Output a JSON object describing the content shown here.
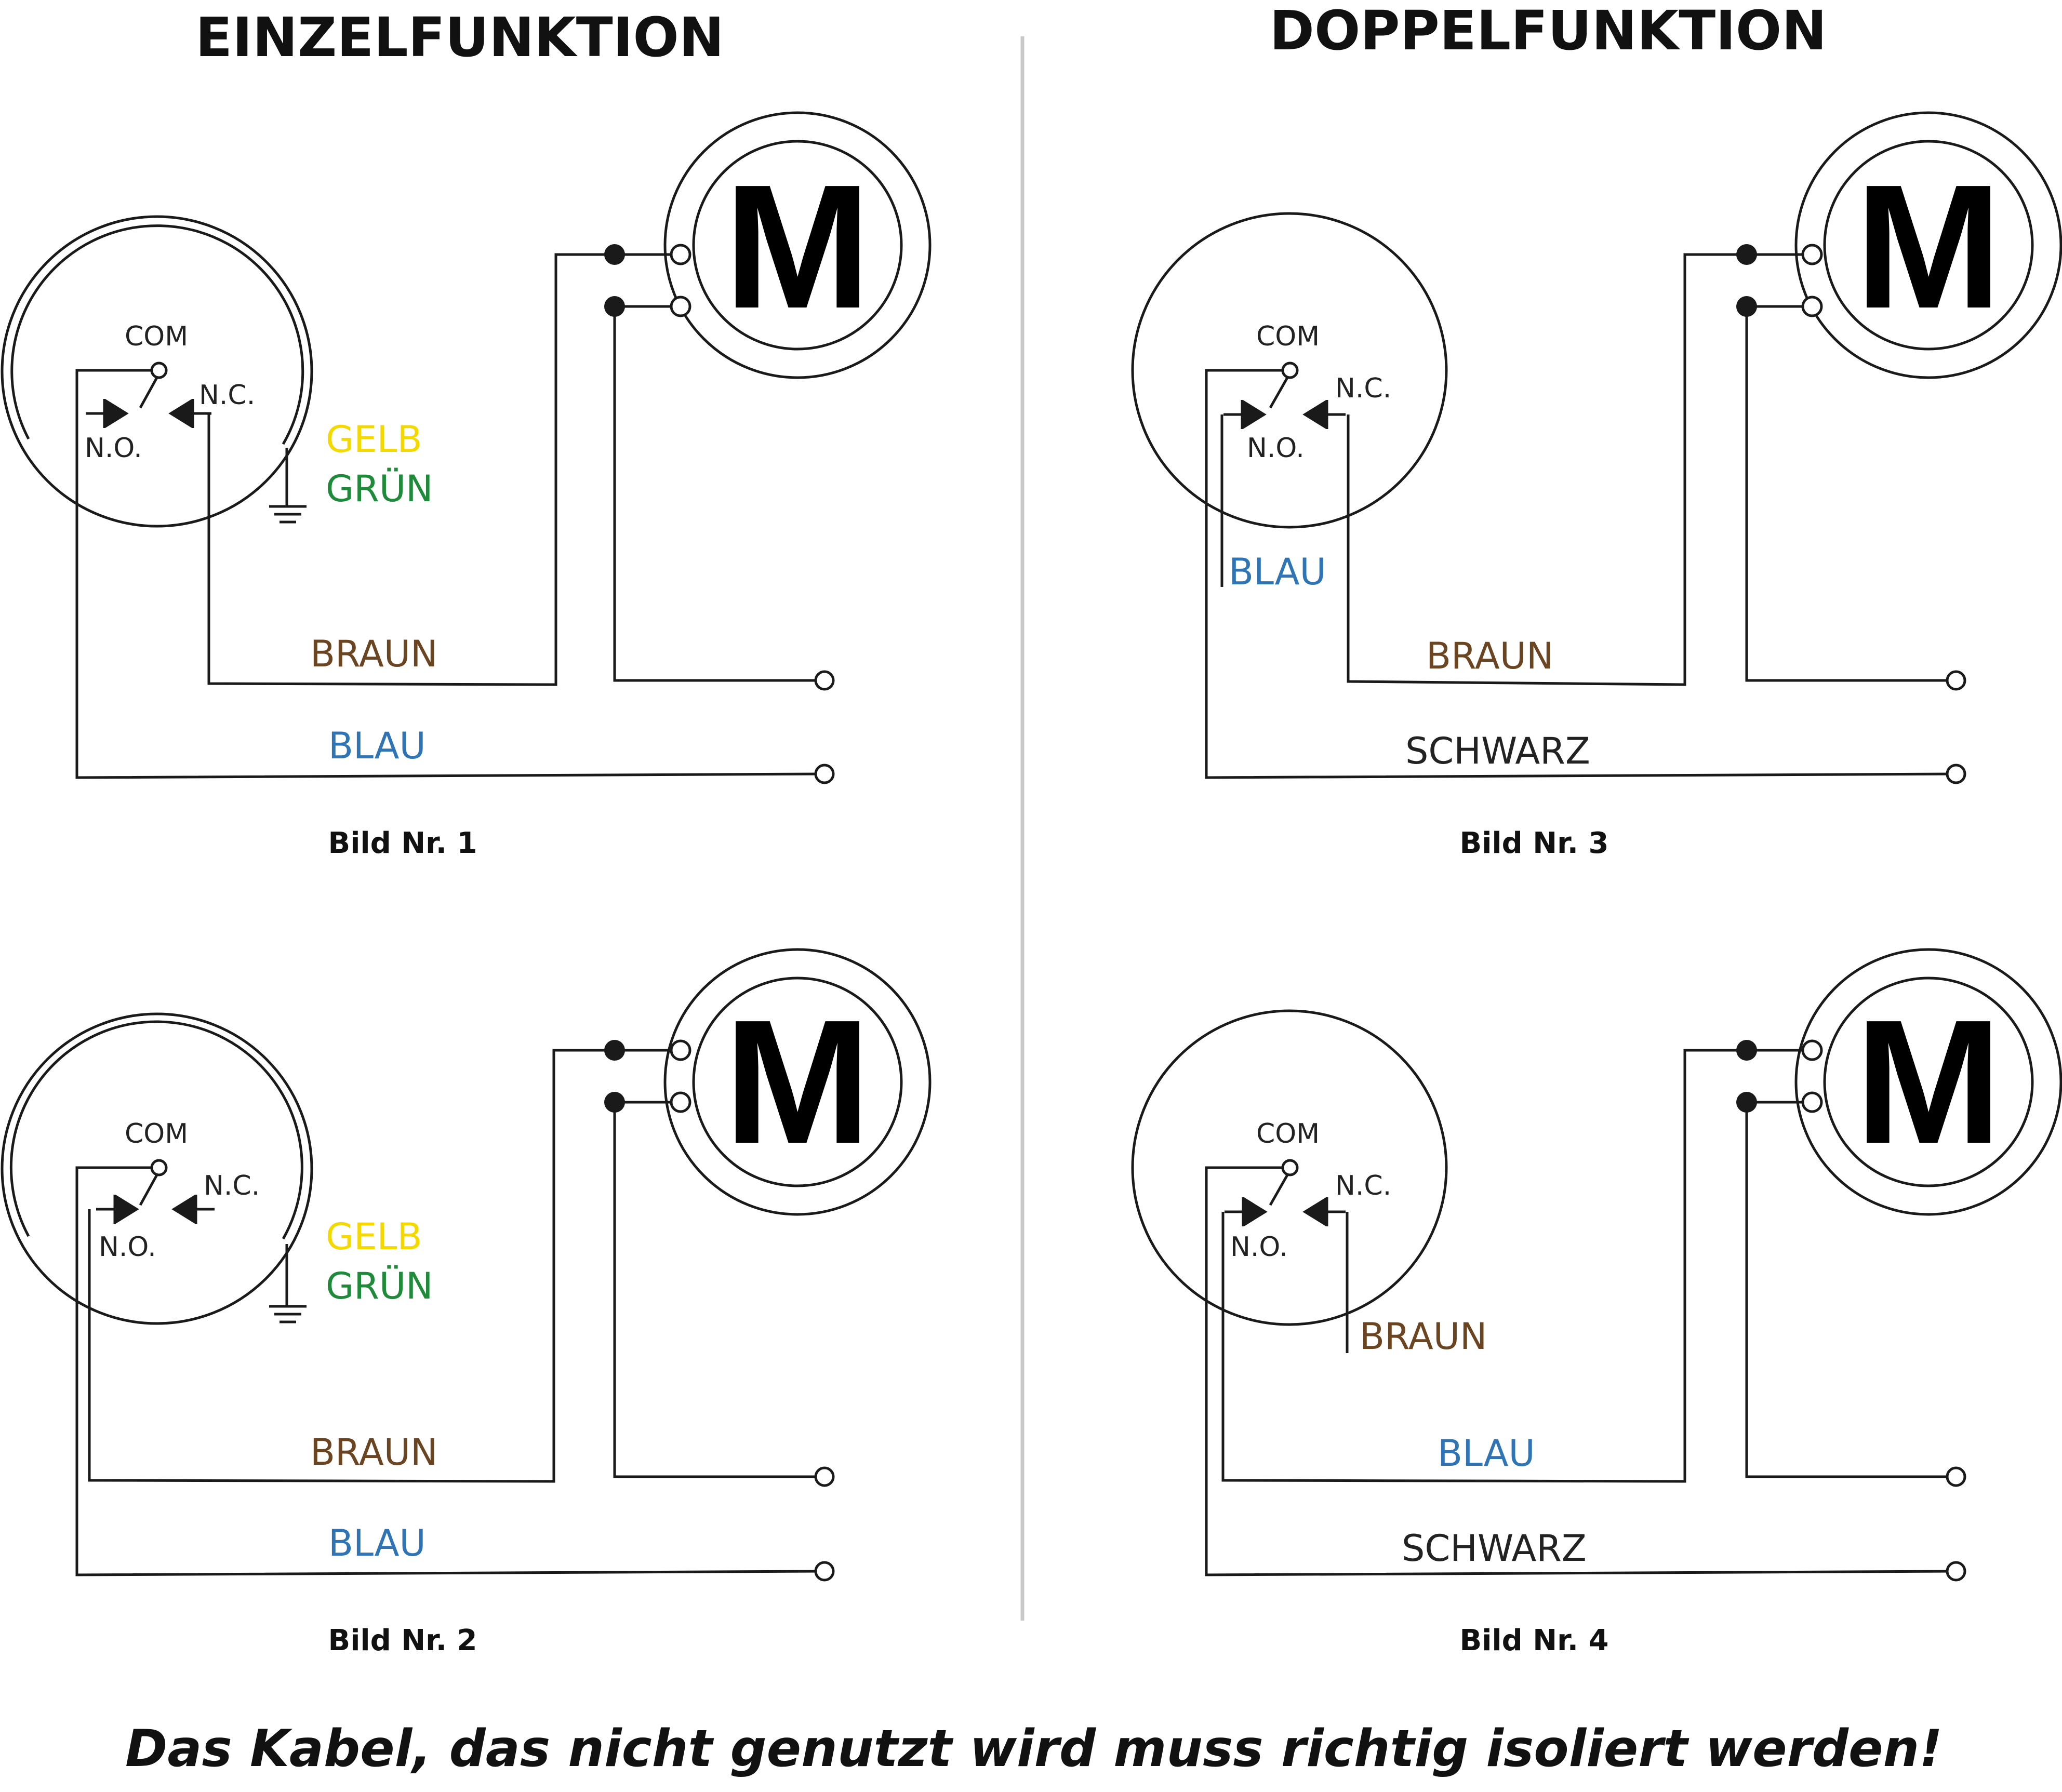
{
  "titles": {
    "left": "EINZELFUNKTION",
    "right": "DOPPELFUNKTION"
  },
  "switch_labels": {
    "com": "COM",
    "nc": "N.C.",
    "no": "N.O."
  },
  "motor_label": "M",
  "colors": {
    "gelb": "#f5d800",
    "gruen": "#1e8a3a",
    "braun": "#6b4522",
    "blau": "#2f74b5",
    "schwarz": "#222222",
    "divider": "#c8c8c8"
  },
  "diagrams": [
    {
      "caption": "Bild Nr. 1",
      "labels": {
        "gelb": "GELB",
        "gruen": "GRÜN",
        "braun": "BRAUN",
        "blau": "BLAU"
      }
    },
    {
      "caption": "Bild Nr. 2",
      "labels": {
        "gelb": "GELB",
        "gruen": "GRÜN",
        "braun": "BRAUN",
        "blau": "BLAU"
      }
    },
    {
      "caption": "Bild Nr. 3",
      "labels": {
        "blau": "BLAU",
        "braun": "BRAUN",
        "schwarz": "SCHWARZ"
      }
    },
    {
      "caption": "Bild Nr. 4",
      "labels": {
        "braun": "BRAUN",
        "blau": "BLAU",
        "schwarz": "SCHWARZ"
      }
    }
  ],
  "footer": "Das Kabel, das nicht genutzt wird muss richtig isoliert werden!"
}
